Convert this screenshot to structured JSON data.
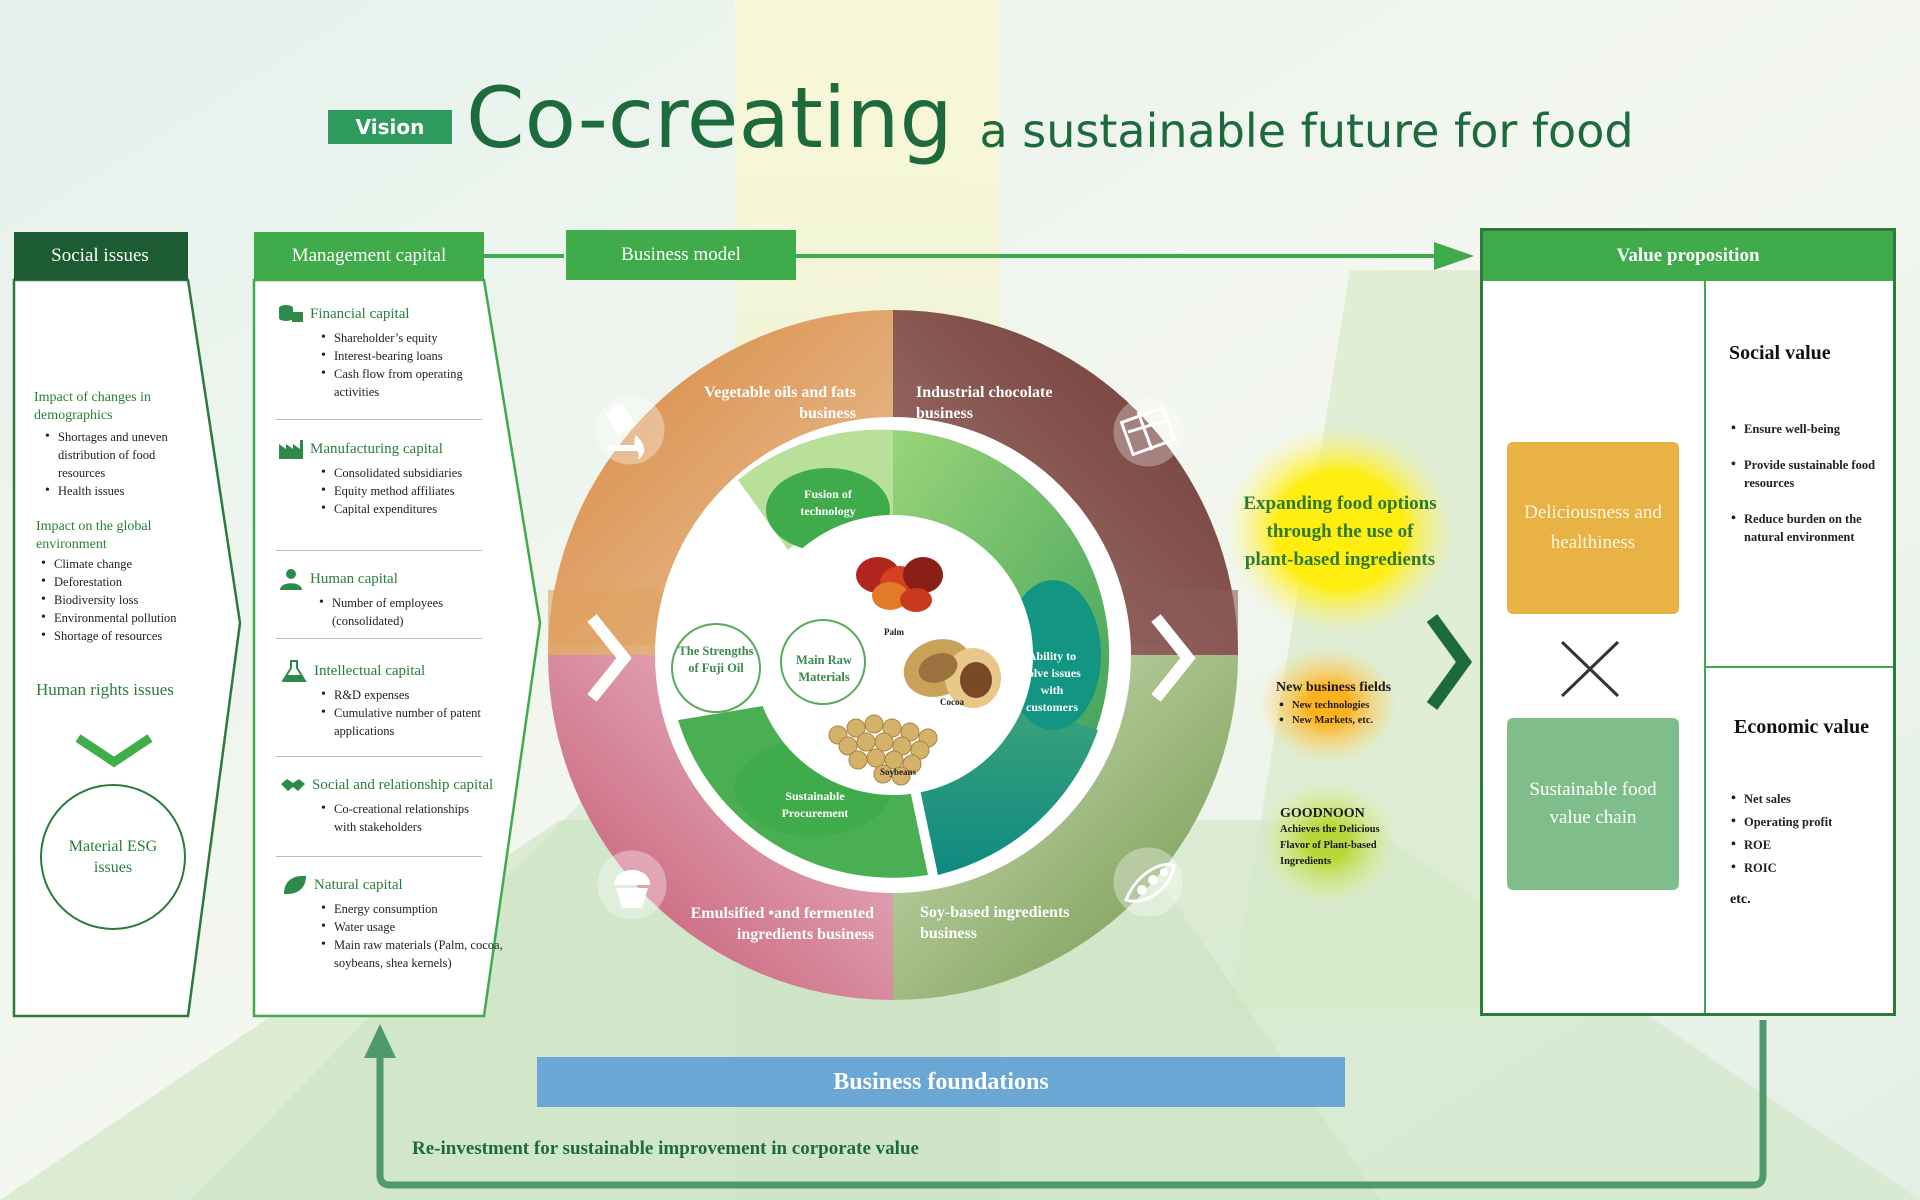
{
  "title": {
    "tag": "Vision",
    "main": "Co-creating",
    "sub": "a sustainable future for food"
  },
  "social_issues": {
    "header": "Social issues",
    "demographics_title": "Impact of changes in demographics",
    "demographics_items": [
      "Shortages and uneven distribution of food resources",
      "Health issues"
    ],
    "environment_title": "Impact on the global environment",
    "environment_items": [
      "Climate change",
      "Deforestation",
      "Biodiversity loss",
      "Environmental pollution",
      "Shortage of resources"
    ],
    "human_rights": "Human rights issues",
    "material_esg": "Material ESG issues"
  },
  "management_capital": {
    "header": "Management capital",
    "capitals": [
      {
        "title": "Financial capital",
        "items": [
          "Shareholder’s equity",
          "Interest-bearing loans",
          "Cash flow from operating activities"
        ]
      },
      {
        "title": "Manufacturing capital",
        "items": [
          "Consolidated subsidiaries",
          "Equity method affiliates",
          "Capital expenditures"
        ]
      },
      {
        "title": "Human capital",
        "items": [
          "Number of employees (consolidated)"
        ]
      },
      {
        "title": "Intellectual capital",
        "items": [
          "R&D expenses",
          "Cumulative number of patent applications"
        ]
      },
      {
        "title": "Social and relationship capital",
        "items": [
          "Co-creational relationships with stakeholders"
        ]
      },
      {
        "title": "Natural capital",
        "items": [
          "Energy consumption",
          "Water usage",
          "Main raw materials (Palm, cocoa, soybeans, shea kernels)"
        ]
      }
    ]
  },
  "business_model": {
    "header": "Business model",
    "segments": {
      "veg": "Vegetable oils and fats business",
      "choc": "Industrial chocolate business",
      "emul": "Emulsified •and fermented ingredients business",
      "soy": "Soy-based ingredients business"
    },
    "inner": {
      "fusion": "Fusion of technology",
      "ability": "Ability to solve issues with customers",
      "procurement": "Sustainable Procurement",
      "strengths": "The Strengths of Fuji Oil",
      "raw": "Main Raw Materials"
    },
    "materials": {
      "palm": "Palm",
      "cocoa": "Cocoa",
      "soybeans": "Soybeans"
    }
  },
  "expanding": {
    "main": "Expanding food options through the use of plant-based ingredients",
    "new_fields_title": "New business fields",
    "new_fields_items": [
      "New technologies",
      "New Markets, etc."
    ],
    "goodnoon_title": "GOODNOON",
    "goodnoon_desc": "Achieves the Delicious Flavor of Plant-based Ingredients"
  },
  "value_proposition": {
    "header": "Value proposition",
    "deliciousness": "Deliciousness and healthiness",
    "sustainable_chain": "Sustainable food value chain",
    "social_title": "Social value",
    "social_items": [
      "Ensure well-being",
      "Provide sustainable food resources",
      "Reduce burden on the natural environment"
    ],
    "economic_title": "Economic value",
    "economic_items": [
      "Net sales",
      "Operating profit",
      "ROE",
      "ROIC"
    ],
    "economic_etc": "etc."
  },
  "foundations": "Business foundations",
  "reinvestment": "Re-investment for sustainable improvement in corporate value",
  "colors": {
    "dark_green": "#1d5c32",
    "mid_green": "#3fab4a",
    "orange": "#d58b4a",
    "chocolate": "#7a4a48",
    "pink": "#c85a78",
    "olive": "#7f9e55",
    "blue_bar": "#6aa7d4",
    "vp_orange": "#e8b245",
    "vp_green": "#7fbe8a"
  }
}
